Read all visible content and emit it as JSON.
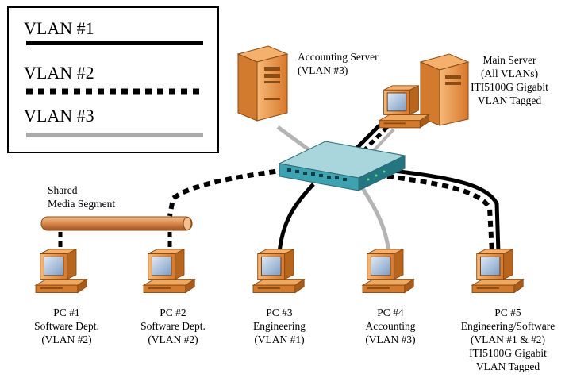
{
  "legend": {
    "items": [
      {
        "label": "VLAN #1",
        "line_style": "solid-thick",
        "color": "#000000"
      },
      {
        "label": "VLAN #2",
        "line_style": "dashed-thick",
        "color": "#000000"
      },
      {
        "label": "VLAN #3",
        "line_style": "solid",
        "color": "#aaaaaa"
      }
    ]
  },
  "colors": {
    "vlan1": "#000000",
    "vlan2": "#000000",
    "vlan3": "#b4b4b4",
    "computer_case": "#e8943e",
    "computer_case_dark": "#b8651e",
    "screen": "#9fb7d6",
    "switch_top": "#9ed0d8",
    "switch_front": "#2d8f9d",
    "shared_segment": "#d9874a"
  },
  "devices": {
    "switch": {
      "icon": "network-switch-icon"
    },
    "accounting_server": {
      "lines": [
        "Accounting Server",
        "(VLAN #3)"
      ],
      "icon": "server-tower-icon"
    },
    "main_server": {
      "lines": [
        "Main Server",
        "(All VLANs)",
        "ITI5100G Gigabit",
        "VLAN Tagged"
      ],
      "icon": "server-workstation-icon"
    },
    "shared_segment": {
      "lines": [
        "Shared",
        "Media Segment"
      ]
    },
    "pc1": {
      "lines": [
        "PC #1",
        "Software Dept.",
        "(VLAN #2)"
      ],
      "icon": "desktop-computer-icon"
    },
    "pc2": {
      "lines": [
        "PC #2",
        "Software Dept.",
        "(VLAN #2)"
      ],
      "icon": "desktop-computer-icon"
    },
    "pc3": {
      "lines": [
        "PC #3",
        "Engineering",
        "(VLAN #1)"
      ],
      "icon": "desktop-computer-icon"
    },
    "pc4": {
      "lines": [
        "PC #4",
        "Accounting",
        "(VLAN #3)"
      ],
      "icon": "desktop-computer-icon"
    },
    "pc5": {
      "lines": [
        "PC #5",
        "Engineering/Software",
        "(VLAN #1 & #2)",
        "ITI5100G Gigabit",
        "VLAN Tagged"
      ],
      "icon": "desktop-computer-icon"
    }
  }
}
